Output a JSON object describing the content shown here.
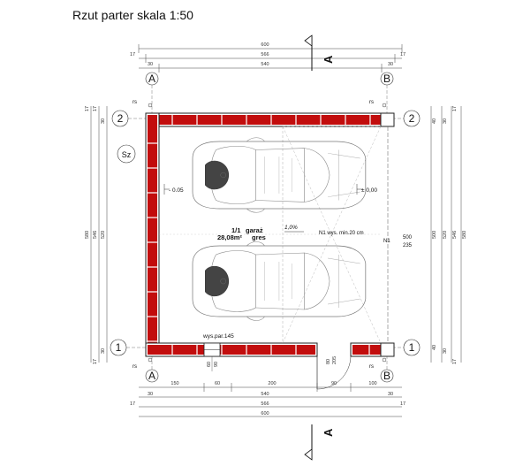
{
  "title": "Rzut parter skala 1:50",
  "axes": {
    "a": "A",
    "b": "B",
    "one": "1",
    "two": "2",
    "sz": "Sz",
    "rs": "rs"
  },
  "section_mark": "A",
  "top_dims": {
    "overall": "600",
    "mid": "566",
    "side": "17",
    "inner": "540",
    "wall": "30"
  },
  "bottom_dims": {
    "segments": [
      "150",
      "60",
      "200",
      "90",
      "100"
    ],
    "wall": "30",
    "inner": "540",
    "mid": "566",
    "side": "17",
    "overall": "600"
  },
  "left_dims": {
    "overall": "580",
    "mid": "546",
    "inner": "520",
    "side": "17",
    "wall": "30"
  },
  "right_dims": {
    "overall": "580",
    "mid": "546",
    "inner": "520",
    "side": "17",
    "wall": "30",
    "inner2": "500",
    "d40": "40"
  },
  "room": {
    "number": "1/1",
    "name": "garaż",
    "area": "28,08m²",
    "floor": "gres"
  },
  "levels": {
    "left": "- 0.05",
    "right": "± 0,00"
  },
  "slope": "1,0%",
  "n1_note": "N1 wys. min.20 cm",
  "n1_tag": "N1",
  "door_dims": {
    "width": "500",
    "height": "235"
  },
  "window_note": "wys.par.145",
  "window_dims": {
    "a": "60",
    "b": "90"
  },
  "entry_dims": {
    "a": "80",
    "b": "205"
  }
}
